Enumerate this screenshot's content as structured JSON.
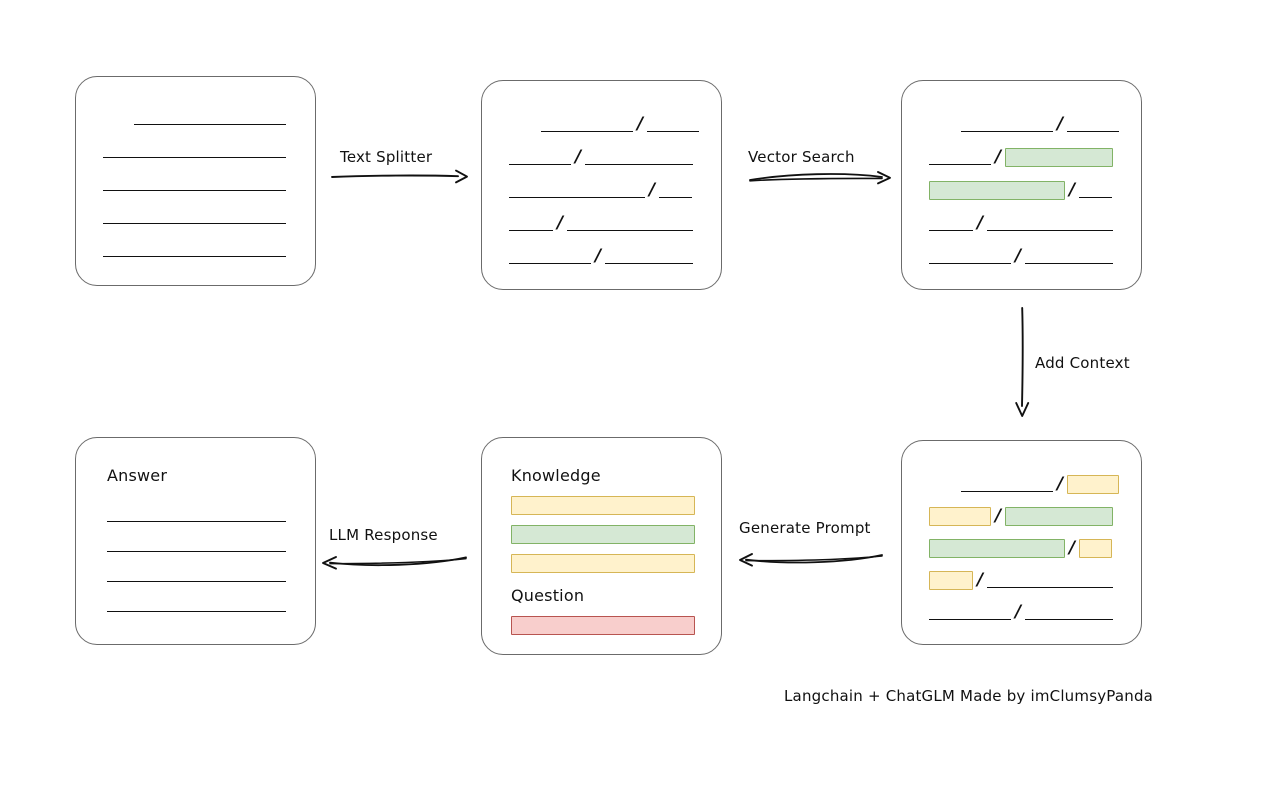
{
  "diagram": {
    "caption": "Langchain + ChatGLM Made by imClumsyPanda",
    "colors": {
      "green_fill": "#d5e8d4",
      "green_stroke": "#82b366",
      "yellow_fill": "#fff2cc",
      "yellow_stroke": "#d6b656",
      "red_fill": "#f8cecc",
      "red_stroke": "#b85450",
      "box_stroke": "#6b6b6b",
      "line_stroke": "#111111"
    },
    "edges": [
      {
        "id": "text-splitter",
        "label": "Text Splitter",
        "direction": "right"
      },
      {
        "id": "vector-search",
        "label": "Vector Search",
        "direction": "right"
      },
      {
        "id": "add-context",
        "label": "Add Context",
        "direction": "down"
      },
      {
        "id": "generate-prompt",
        "label": "Generate Prompt",
        "direction": "left"
      },
      {
        "id": "llm-response",
        "label": "LLM Response",
        "direction": "left"
      }
    ],
    "nodes": {
      "source_document": {
        "id": "source-document",
        "title": "",
        "rows": [
          {
            "type": "rule",
            "indent": 58,
            "width": 152
          },
          {
            "type": "rule",
            "indent": 27,
            "width": 183
          },
          {
            "type": "rule",
            "indent": 27,
            "width": 183
          },
          {
            "type": "rule",
            "indent": 27,
            "width": 183
          },
          {
            "type": "rule",
            "indent": 27,
            "width": 183
          }
        ]
      },
      "split_chunks": {
        "id": "split-chunks",
        "title": "",
        "rows": [
          {
            "type": "split",
            "indent": 59,
            "left": {
              "kind": "line",
              "width": 92
            },
            "right": {
              "kind": "line",
              "width": 52
            }
          },
          {
            "type": "split",
            "indent": 27,
            "left": {
              "kind": "line",
              "width": 62
            },
            "right": {
              "kind": "line",
              "width": 108
            }
          },
          {
            "type": "split",
            "indent": 27,
            "left": {
              "kind": "line",
              "width": 136
            },
            "right": {
              "kind": "line",
              "width": 33
            }
          },
          {
            "type": "split",
            "indent": 27,
            "left": {
              "kind": "line",
              "width": 44
            },
            "right": {
              "kind": "line",
              "width": 126
            }
          },
          {
            "type": "split",
            "indent": 27,
            "left": {
              "kind": "line",
              "width": 82
            },
            "right": {
              "kind": "line",
              "width": 88
            }
          }
        ]
      },
      "retrieved_chunks": {
        "id": "retrieved-chunks",
        "title": "",
        "rows": [
          {
            "type": "split",
            "indent": 59,
            "left": {
              "kind": "line",
              "width": 92
            },
            "right": {
              "kind": "line",
              "width": 52
            }
          },
          {
            "type": "split",
            "indent": 27,
            "left": {
              "kind": "line",
              "width": 62
            },
            "right": {
              "kind": "chip",
              "width": 108,
              "color": "green"
            }
          },
          {
            "type": "split",
            "indent": 27,
            "left": {
              "kind": "chip",
              "width": 136,
              "color": "green"
            },
            "right": {
              "kind": "line",
              "width": 33
            }
          },
          {
            "type": "split",
            "indent": 27,
            "left": {
              "kind": "line",
              "width": 44
            },
            "right": {
              "kind": "line",
              "width": 126
            }
          },
          {
            "type": "split",
            "indent": 27,
            "left": {
              "kind": "line",
              "width": 82
            },
            "right": {
              "kind": "line",
              "width": 88
            }
          }
        ]
      },
      "context_chunks": {
        "id": "context-chunks",
        "title": "",
        "rows": [
          {
            "type": "split",
            "indent": 59,
            "left": {
              "kind": "line",
              "width": 92
            },
            "right": {
              "kind": "chip",
              "width": 52,
              "color": "yellow"
            }
          },
          {
            "type": "split",
            "indent": 27,
            "left": {
              "kind": "chip",
              "width": 62,
              "color": "yellow"
            },
            "right": {
              "kind": "chip",
              "width": 108,
              "color": "green"
            }
          },
          {
            "type": "split",
            "indent": 27,
            "left": {
              "kind": "chip",
              "width": 136,
              "color": "green"
            },
            "right": {
              "kind": "chip",
              "width": 33,
              "color": "yellow"
            }
          },
          {
            "type": "split",
            "indent": 27,
            "left": {
              "kind": "chip",
              "width": 44,
              "color": "yellow"
            },
            "right": {
              "kind": "line",
              "width": 126
            }
          },
          {
            "type": "split",
            "indent": 27,
            "left": {
              "kind": "line",
              "width": 82
            },
            "right": {
              "kind": "line",
              "width": 88
            }
          }
        ]
      },
      "prompt": {
        "id": "prompt-box",
        "section_knowledge": "Knowledge",
        "section_question": "Question",
        "knowledge_bars": [
          {
            "color": "yellow",
            "width": 184
          },
          {
            "color": "green",
            "width": 184
          },
          {
            "color": "yellow",
            "width": 184
          }
        ],
        "question_bars": [
          {
            "color": "red",
            "width": 184
          }
        ]
      },
      "answer": {
        "id": "answer-box",
        "title": "Answer",
        "rows": [
          {
            "type": "rule",
            "indent": 31,
            "width": 179
          },
          {
            "type": "rule",
            "indent": 31,
            "width": 179
          },
          {
            "type": "rule",
            "indent": 31,
            "width": 179
          },
          {
            "type": "rule",
            "indent": 31,
            "width": 179
          }
        ]
      }
    }
  }
}
